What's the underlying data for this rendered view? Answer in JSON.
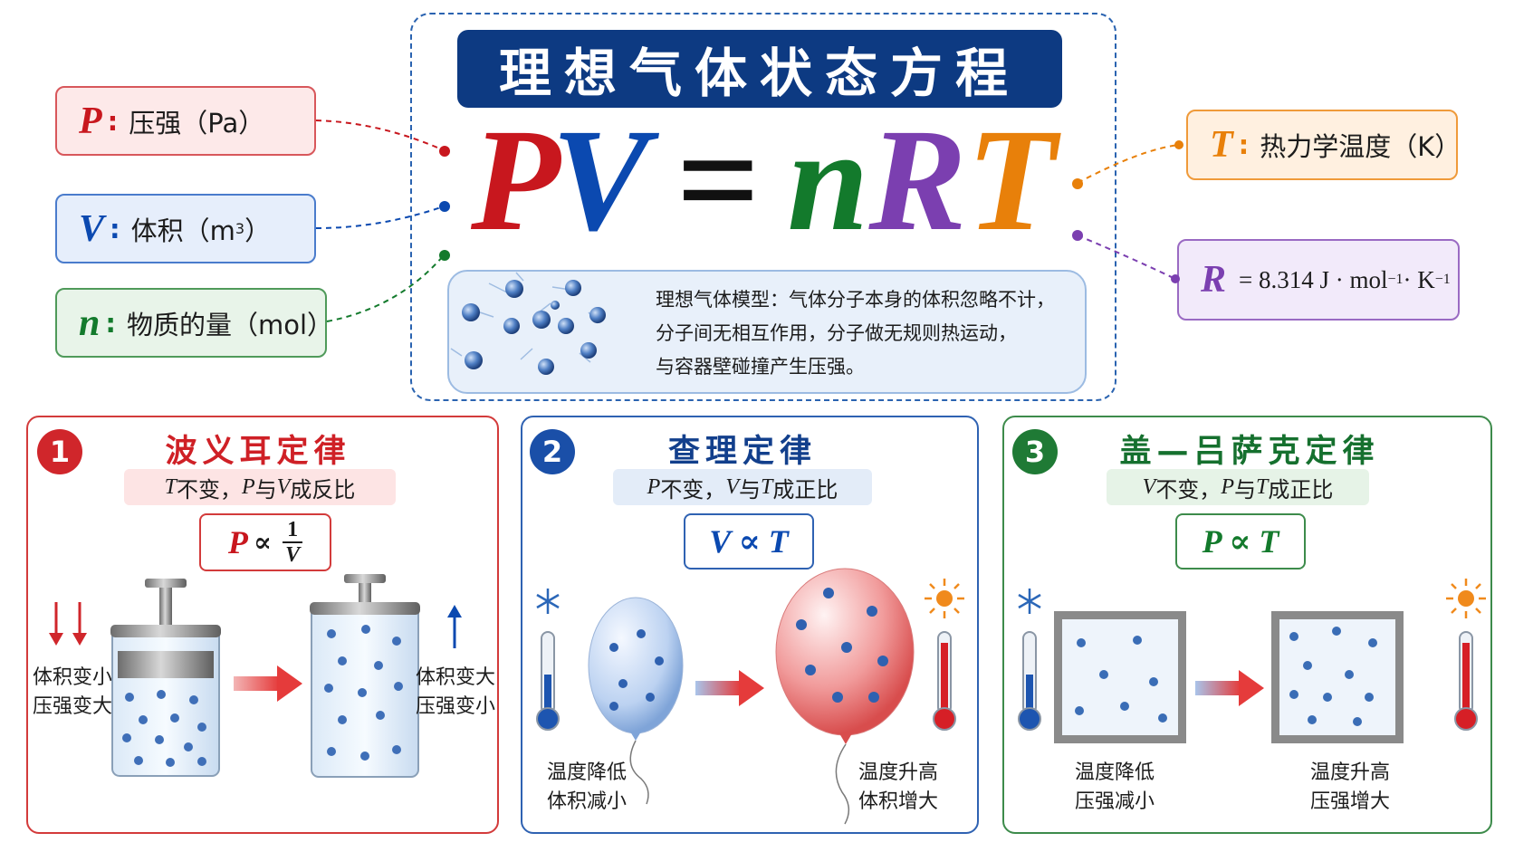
{
  "title": "理想气体状态方程",
  "equation": {
    "P": "P",
    "V": "V",
    "eq": "=",
    "n": "n",
    "R": "R",
    "T": "T"
  },
  "colors": {
    "p": "#c8171e",
    "v": "#0b49b0",
    "n": "#137a2c",
    "r": "#7b3fb0",
    "t": "#e8800a",
    "banner": "#0d3a82"
  },
  "variables": {
    "p": {
      "symbol": "P",
      "label": "压强（Pa）"
    },
    "v": {
      "symbol": "V",
      "label": "体积（m",
      "sup": "3",
      "close": "）"
    },
    "n": {
      "symbol": "n",
      "label": "物质的量（mol）"
    },
    "t": {
      "symbol": "T",
      "label": "热力学温度（K）"
    },
    "r": {
      "symbol": "R",
      "value": "= 8.314 J · mol",
      "exp1": "−1",
      "unit2": " · K",
      "exp2": "−1"
    }
  },
  "model": {
    "line1": "理想气体模型：气体分子本身的体积忽略不计，",
    "line2": "分子间无相互作用，分子做无规则热运动，",
    "line3": "与容器壁碰撞产生压强。"
  },
  "laws": [
    {
      "num": "1",
      "title": "波义耳定律",
      "cond_a": "T",
      "cond_b": "不变，",
      "cond_c": "P",
      "cond_d": "与",
      "cond_e": "V",
      "cond_f": "成反比",
      "formula_lhs": "P",
      "formula_op": "∝",
      "frac_num": "1",
      "frac_den": "V",
      "left_caption_1": "体积变小",
      "left_caption_2": "压强变大",
      "right_caption_1": "体积变大",
      "right_caption_2": "压强变小"
    },
    {
      "num": "2",
      "title": "查理定律",
      "cond_a": "P",
      "cond_b": "不变，",
      "cond_c": "V",
      "cond_d": "与",
      "cond_e": "T",
      "cond_f": "成正比",
      "formula": "V ∝ T",
      "left_caption_1": "温度降低",
      "left_caption_2": "体积减小",
      "right_caption_1": "温度升高",
      "right_caption_2": "体积增大"
    },
    {
      "num": "3",
      "title": "盖—吕萨克定律",
      "cond_a": "V",
      "cond_b": "不变，",
      "cond_c": "P",
      "cond_d": "与",
      "cond_e": "T",
      "cond_f": "成正比",
      "formula": "P ∝ T",
      "left_caption_1": "温度降低",
      "left_caption_2": "压强减小",
      "right_caption_1": "温度升高",
      "right_caption_2": "压强增大"
    }
  ],
  "icons": [
    "snowflake-icon",
    "sun-icon",
    "thermometer-icon",
    "arrow-right-icon",
    "arrow-down-icon",
    "arrow-up-icon"
  ]
}
